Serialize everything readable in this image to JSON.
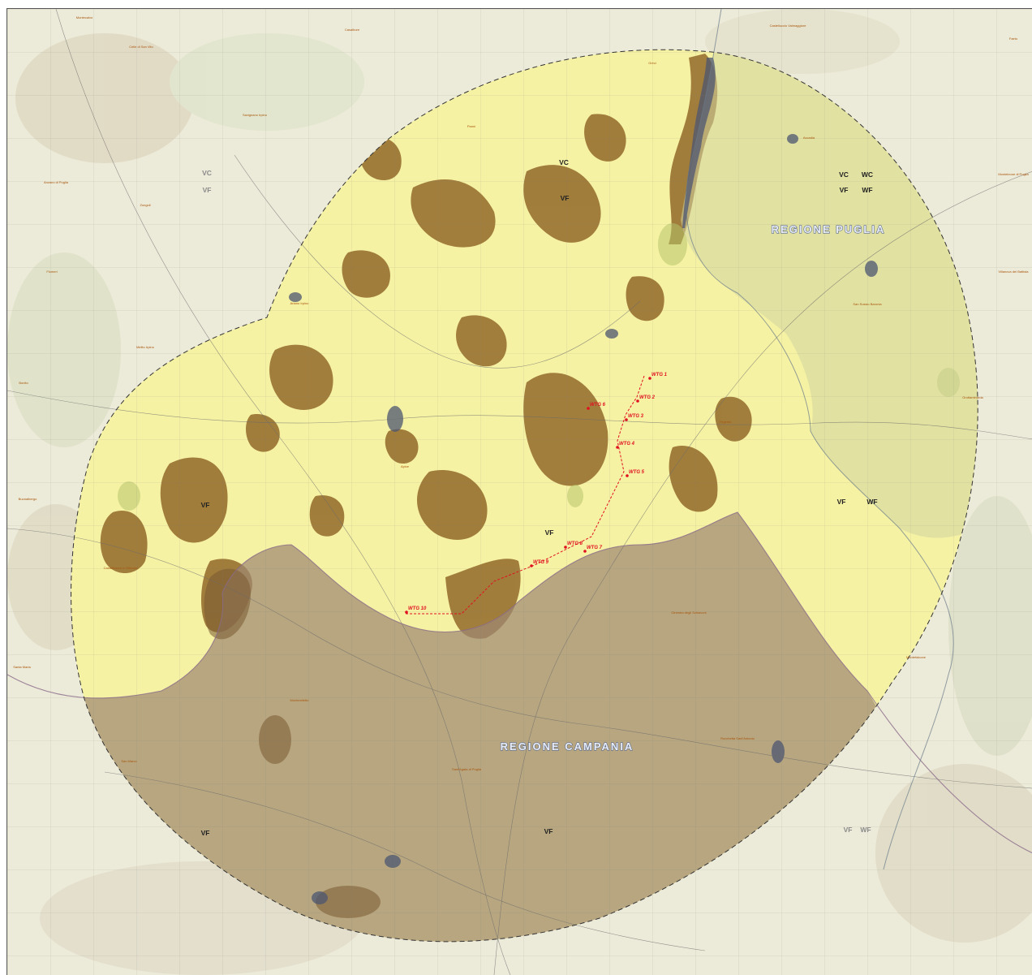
{
  "map": {
    "regions": [
      "REGIONE PUGLIA",
      "REGIONE CAMPANIA"
    ],
    "zones": [
      {
        "label": "VC",
        "faint": false
      },
      {
        "label": "VF",
        "faint": false
      },
      {
        "label": "VC",
        "faint": false
      },
      {
        "label": "WC",
        "faint": false
      },
      {
        "label": "VF",
        "faint": false
      },
      {
        "label": "WF",
        "faint": false
      },
      {
        "label": "VF",
        "faint": false
      },
      {
        "label": "WF",
        "faint": false
      },
      {
        "label": "VF",
        "faint": false
      },
      {
        "label": "VF",
        "faint": false
      },
      {
        "label": "VF",
        "faint": false
      },
      {
        "label": "VF",
        "faint": false
      },
      {
        "label": "VC",
        "faint": true
      },
      {
        "label": "VF",
        "faint": true
      },
      {
        "label": "VF",
        "faint": true
      },
      {
        "label": "WF",
        "faint": true
      }
    ],
    "turbines": [
      "WTG 1",
      "WTG 2",
      "WTG 3",
      "WTG 4",
      "WTG 5",
      "WTG 6",
      "WTG 7",
      "WTG 8",
      "WTG 9",
      "WTG 10"
    ],
    "towns": [
      "Montecalvo",
      "Casalbore",
      "Castelluccio Valmaggiore",
      "Celle di San Vito",
      "Faeto",
      "Greci",
      "Savignano Irpino",
      "Panni",
      "Accadia",
      "Monteleone di Puglia",
      "Anzano di Puglia",
      "Zungoli",
      "Villanova del Battista",
      "Flumeri",
      "San Sossio Baronia",
      "Ariano Irpino",
      "Melito Irpino",
      "Bonito",
      "Grottaminarda",
      "Frigento",
      "Apice",
      "Buonalbergo",
      "Castelfranco in Miscano",
      "Ginestra degli Schiavoni",
      "Montefalcone",
      "Santa Maria",
      "Montemiletto",
      "San Marco",
      "Sant'Agata di Puglia",
      "Rocchetta Sant'Antonio"
    ],
    "colors": {
      "buffer_fill": "#f6f2a4",
      "wooded": "#9a7434",
      "campania_overlay": "#9e8872",
      "puglia_overlay": "#cfd4a0",
      "water": "#4c5670",
      "turbine_marker": "#e01020"
    }
  }
}
